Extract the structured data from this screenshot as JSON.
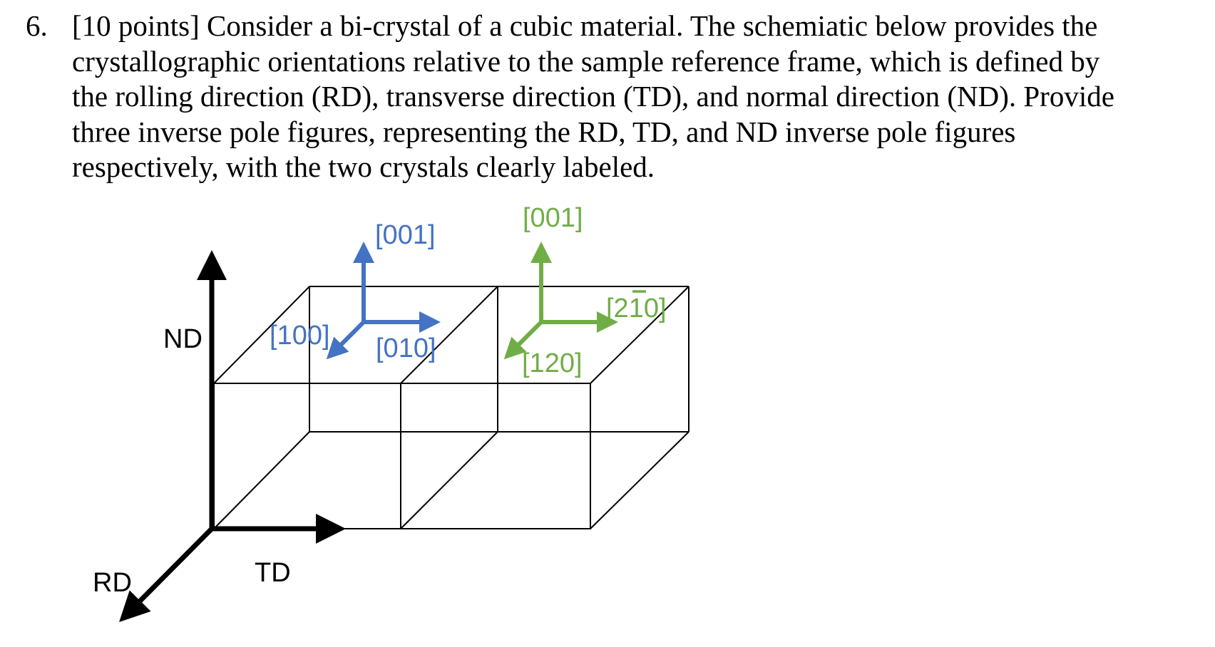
{
  "problem": {
    "number": "6.",
    "lines": [
      "[10 points] Consider a bi-crystal of a cubic material. The schemiatic below provides the",
      "crystallographic orientations relative to the sample reference frame, which is defined by",
      "the rolling direction (RD), transverse direction (TD), and normal direction (ND). Provide",
      "three inverse pole figures, representing the RD, TD, and ND inverse pole figures",
      "respectively, with the two crystals clearly labeled."
    ]
  },
  "figure": {
    "colors": {
      "crystal1": "#4472C4",
      "crystal2": "#70AD47",
      "frame": "#000000"
    },
    "sample_axes": {
      "nd": "ND",
      "td": "TD",
      "rd": "RD"
    },
    "crystal1": {
      "up": "[001]",
      "right": "[010]",
      "diag": "[100]"
    },
    "crystal2": {
      "up": "[001]",
      "right_pre": "[2",
      "right_bar": "1",
      "right_post": "0]",
      "diag": "[120]"
    }
  }
}
